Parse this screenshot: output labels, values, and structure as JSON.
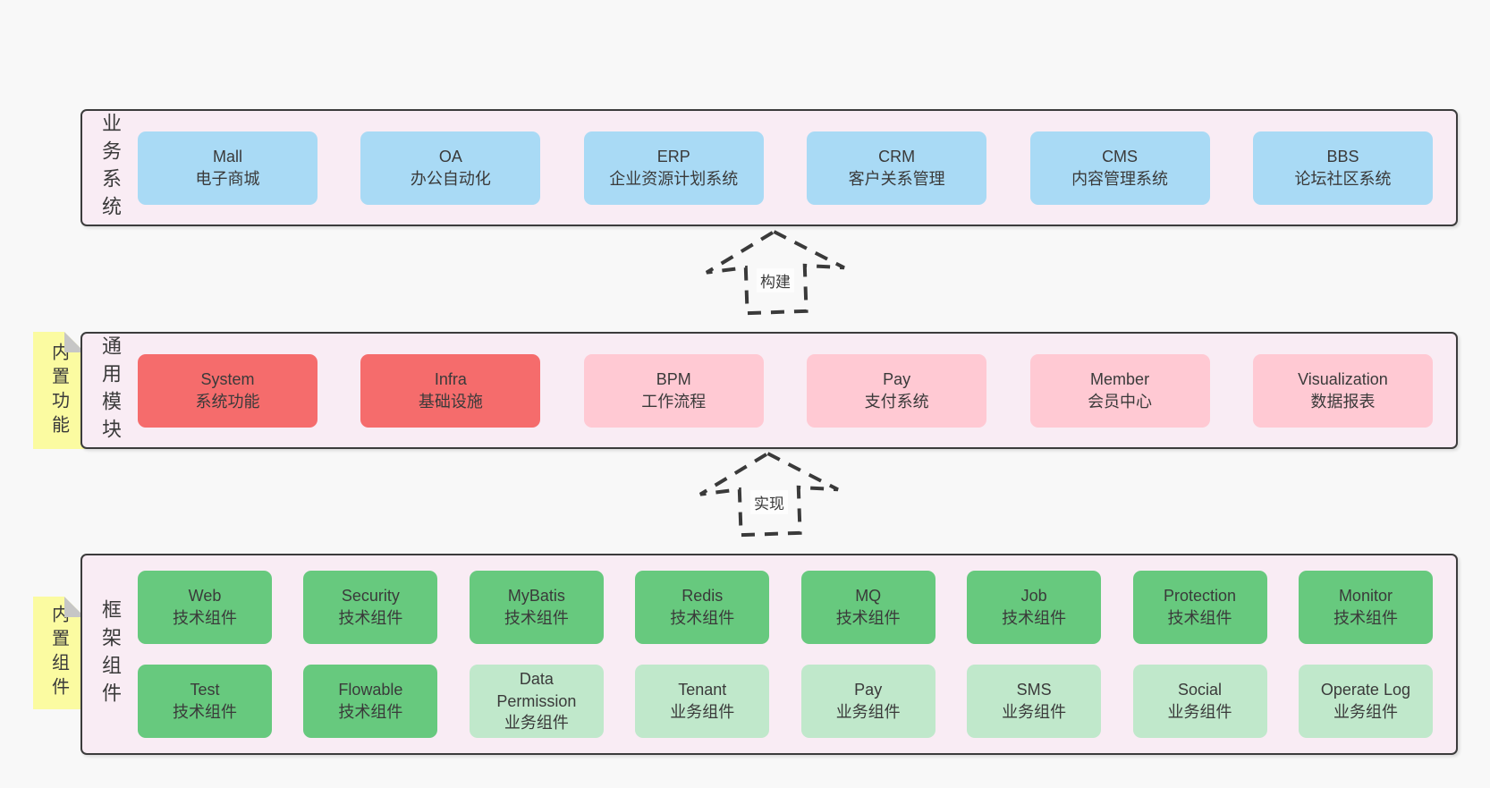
{
  "colors": {
    "page-bg": "#f8f8f8",
    "band-bg": "#f9ecf4",
    "band-border": "#3c3c3c",
    "ink": "#3a3a3a",
    "blue": "#a9daf5",
    "red": "#f56c6c",
    "pink": "#ffc9d3",
    "green": "#67c97e",
    "green-light": "#c0e8cb",
    "yellow": "#fbfba1",
    "fold": "#c6c6c6",
    "label-bg": "#fdfdfd"
  },
  "sections": {
    "business": {
      "label": "业务系统",
      "boxes": [
        {
          "name": "Mall",
          "subtitle": "电子商城",
          "style": "blue"
        },
        {
          "name": "OA",
          "subtitle": "办公自动化",
          "style": "blue"
        },
        {
          "name": "ERP",
          "subtitle": "企业资源计划系统",
          "style": "blue"
        },
        {
          "name": "CRM",
          "subtitle": "客户关系管理",
          "style": "blue"
        },
        {
          "name": "CMS",
          "subtitle": "内容管理系统",
          "style": "blue"
        },
        {
          "name": "BBS",
          "subtitle": "论坛社区系统",
          "style": "blue"
        }
      ]
    },
    "modules": {
      "label": "通用模块",
      "tag": "内置功能",
      "boxes": [
        {
          "name": "System",
          "subtitle": "系统功能",
          "style": "red"
        },
        {
          "name": "Infra",
          "subtitle": "基础设施",
          "style": "red"
        },
        {
          "name": "BPM",
          "subtitle": "工作流程",
          "style": "pink"
        },
        {
          "name": "Pay",
          "subtitle": "支付系统",
          "style": "pink"
        },
        {
          "name": "Member",
          "subtitle": "会员中心",
          "style": "pink"
        },
        {
          "name": "Visualization",
          "subtitle": "数据报表",
          "style": "pink"
        }
      ]
    },
    "components": {
      "label": "框架组件",
      "tag": "内置组件",
      "rows": [
        [
          {
            "name": "Web",
            "subtitle": "技术组件",
            "style": "green"
          },
          {
            "name": "Security",
            "subtitle": "技术组件",
            "style": "green"
          },
          {
            "name": "MyBatis",
            "subtitle": "技术组件",
            "style": "green"
          },
          {
            "name": "Redis",
            "subtitle": "技术组件",
            "style": "green"
          },
          {
            "name": "MQ",
            "subtitle": "技术组件",
            "style": "green"
          },
          {
            "name": "Job",
            "subtitle": "技术组件",
            "style": "green"
          },
          {
            "name": "Protection",
            "subtitle": "技术组件",
            "style": "green"
          },
          {
            "name": "Monitor",
            "subtitle": "技术组件",
            "style": "green"
          }
        ],
        [
          {
            "name": "Test",
            "subtitle": "技术组件",
            "style": "green"
          },
          {
            "name": "Flowable",
            "subtitle": "技术组件",
            "style": "green"
          },
          {
            "name": "Data Permission",
            "subtitle": "业务组件",
            "style": "green-light"
          },
          {
            "name": "Tenant",
            "subtitle": "业务组件",
            "style": "green-light"
          },
          {
            "name": "Pay",
            "subtitle": "业务组件",
            "style": "green-light"
          },
          {
            "name": "SMS",
            "subtitle": "业务组件",
            "style": "green-light"
          },
          {
            "name": "Social",
            "subtitle": "业务组件",
            "style": "green-light"
          },
          {
            "name": "Operate Log",
            "subtitle": "业务组件",
            "style": "green-light"
          }
        ]
      ]
    }
  },
  "arrows": {
    "build": {
      "label": "构建"
    },
    "implement": {
      "label": "实现"
    }
  }
}
